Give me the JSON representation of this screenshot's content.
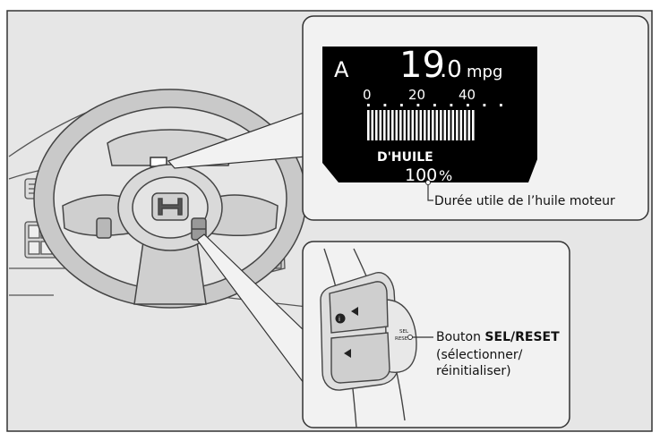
{
  "display": {
    "mode_letter": "A",
    "mpg_whole": "19",
    "mpg_decimal": ".0",
    "mpg_unit": "mpg",
    "gauge_ticks": [
      "0",
      "20",
      "40"
    ],
    "gauge_bar_count": 27,
    "oil_label": "D'HUILE",
    "oil_life_value": "100",
    "oil_life_unit": "%"
  },
  "callouts": {
    "oil_life": "Durée utile de l’huile moteur",
    "button_prefix": "Bouton ",
    "button_name": "SEL/RESET",
    "button_line2": "(sélectionner/",
    "button_line3": "réinitialiser)"
  },
  "switch": {
    "label_line1": "SEL",
    "label_line2": "RESET"
  },
  "colors": {
    "background": "#e6e6e6",
    "panel": "#f2f2f2",
    "lcd": "#000000",
    "line": "#333333"
  }
}
